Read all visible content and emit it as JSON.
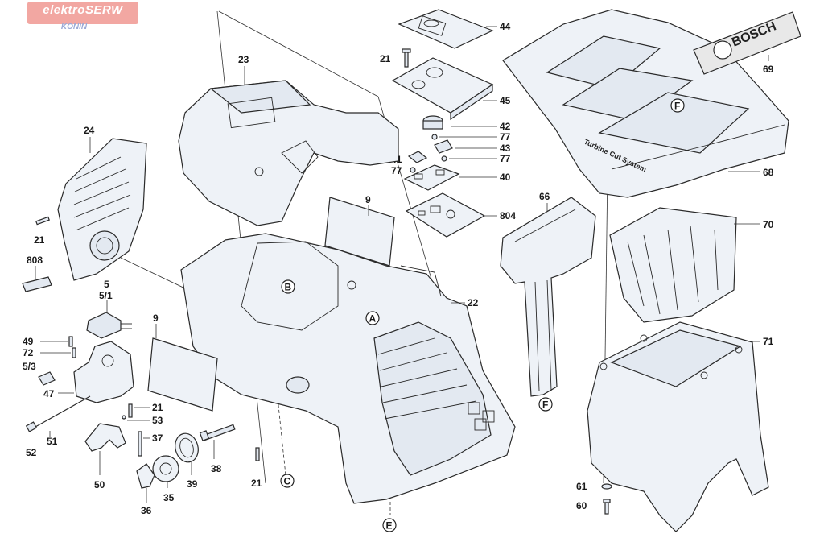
{
  "watermark": {
    "brand": "elektroSERW",
    "city": "KONIN"
  },
  "callouts": {
    "p44": "44",
    "p21a": "21",
    "p45": "45",
    "p23": "23",
    "p42": "42",
    "p77a": "77",
    "p43": "43",
    "p41": "41",
    "p77b": "77",
    "p77c": "77",
    "p40": "40",
    "p804": "804",
    "p24": "24",
    "p21b": "21",
    "p808": "808",
    "p9a": "9",
    "p5": "5",
    "p51s": "5/1",
    "p22": "22",
    "p49": "49",
    "p72": "72",
    "p53s": "5/3",
    "p47": "47",
    "p9b": "9",
    "p21c": "21",
    "p53": "53",
    "p51": "51",
    "p52": "52",
    "p37": "37",
    "p50": "50",
    "p38": "38",
    "p35": "35",
    "p39": "39",
    "p36": "36",
    "p21d": "21",
    "p66": "66",
    "p69": "69",
    "p68": "68",
    "p70": "70",
    "p71": "71",
    "p61": "61",
    "p60": "60"
  },
  "markers": {
    "A": "A",
    "B": "B",
    "C": "C",
    "E": "E",
    "F_top": "F",
    "F_chute": "F"
  },
  "printed_text": {
    "brand_plate": "BOSCH",
    "side_text": "Turbine Cut System"
  }
}
